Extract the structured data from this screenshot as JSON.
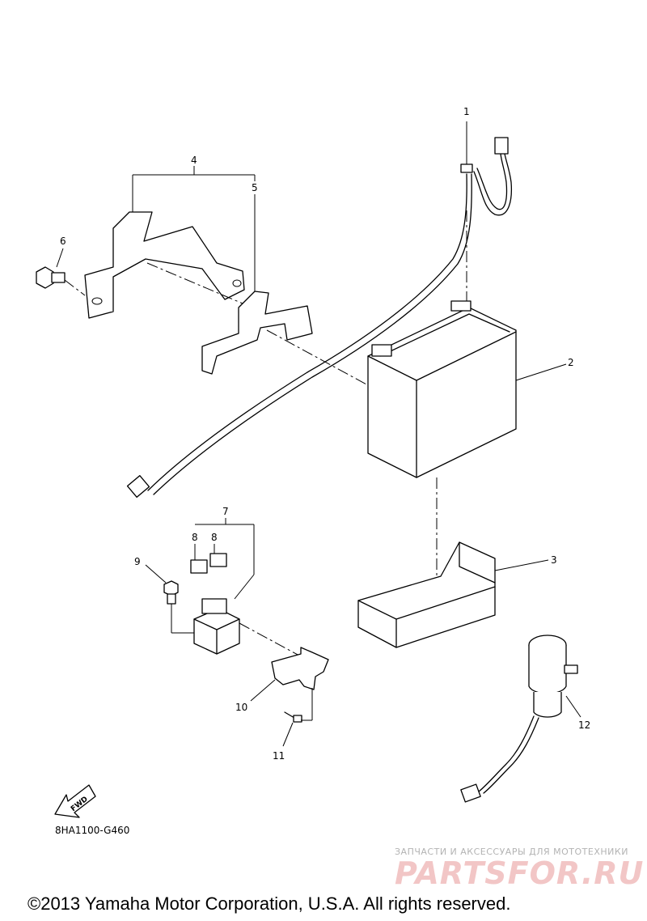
{
  "callouts": [
    "1",
    "2",
    "3",
    "4",
    "5",
    "6",
    "7",
    "8",
    "8",
    "9",
    "10",
    "11",
    "12"
  ],
  "fwd_label": "FWD",
  "part_code": "8HA1100-G460",
  "copyright": "©2013 Yamaha Motor Corporation, U.S.A. All rights reserved.",
  "watermark": {
    "tagline": "ЗАПЧАСТИ И АКСЕССУАРЫ ДЛЯ МОТОТЕХНИКИ",
    "brand": "PARTSFOR.RU"
  }
}
